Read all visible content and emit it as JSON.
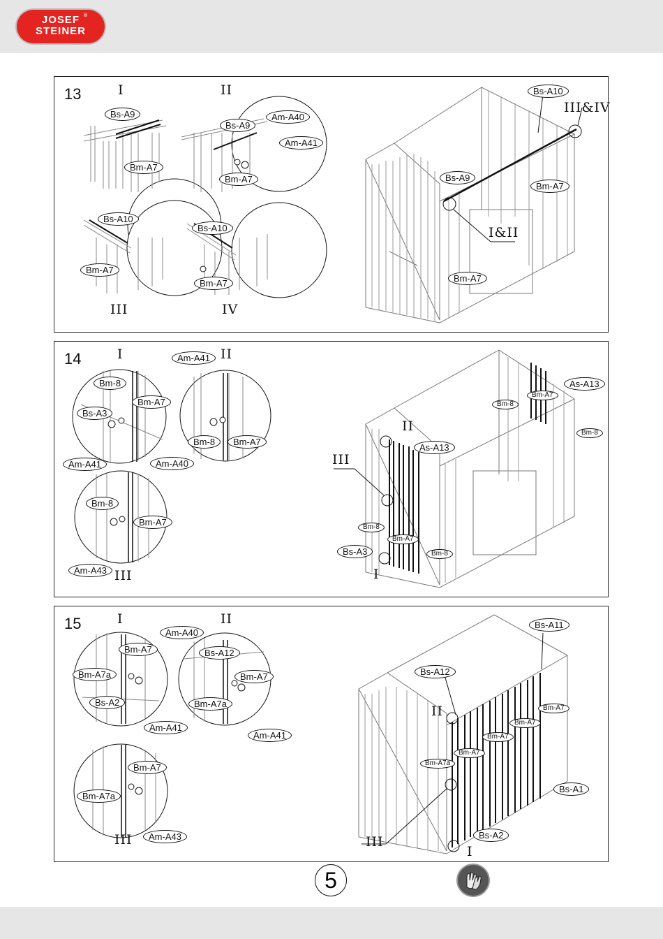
{
  "brand": {
    "line1": "JOSEF",
    "line2": "STEINER",
    "mark": "®"
  },
  "steps": [
    {
      "number": "13",
      "labels": {
        "r1": "I",
        "r2": "II",
        "r3": "III",
        "r4": "IV",
        "r5": "III&IV",
        "r6": "I&II"
      },
      "tags": {
        "t1": "Bs-A9",
        "t2": "Bm-A7",
        "t3": "Bs-A9",
        "t4": "Am-A40",
        "t5": "Am-A41",
        "t6": "Bm-A7",
        "t7": "Bs-A10",
        "t8": "Bm-A7",
        "t9": "Bs-A10",
        "t10": "Bm-A7",
        "t11": "Bs-A10",
        "t12": "Bs-A9",
        "t13": "Bm-A7",
        "t14": "Bm-A7"
      }
    },
    {
      "number": "14",
      "labels": {
        "r1": "I",
        "r2": "II",
        "r3": "III",
        "r4": "II",
        "r5": "III",
        "r6": "I"
      },
      "tags": {
        "t1": "Bm-8",
        "t2": "Bm-A7",
        "t3": "Bs-A3",
        "t4": "Am-A41",
        "t5": "Am-A40",
        "t6": "Am-A41",
        "t7": "Bm-8",
        "t8": "Bm-A7",
        "t9": "Bm-8",
        "t10": "Bm-A7",
        "t11": "Am-A43",
        "t12": "As-A13",
        "t13": "Bm-8",
        "t14": "Bm-A7",
        "t15": "Bm-8",
        "t16": "As-A13",
        "t17": "Bm-8",
        "t18": "Bm-A7",
        "t19": "Bs-A3",
        "t20": "Bm-8"
      }
    },
    {
      "number": "15",
      "labels": {
        "r1": "I",
        "r2": "II",
        "r3": "III",
        "r4": "II",
        "r5": "III",
        "r6": "I"
      },
      "tags": {
        "t1": "Am-A40",
        "t2": "Bm-A7",
        "t3": "Bm-A7a",
        "t4": "Bs-A2",
        "t5": "Am-A41",
        "t6": "Bs-A12",
        "t7": "Bm-A7",
        "t8": "Bm-A7a",
        "t9": "Am-A41",
        "t10": "Bm-A7",
        "t11": "Bm-A7a",
        "t12": "Am-A43",
        "t13": "Bs-A11",
        "t14": "Bs-A12",
        "t15": "Bm-A7",
        "t16": "Bm-A7",
        "t17": "Bm-A7",
        "t18": "Bm-A7",
        "t19": "Bm-A7a",
        "t20": "Bs-A1",
        "t21": "Bs-A2"
      }
    }
  ],
  "page": {
    "number": "5"
  },
  "icons": {
    "gloves": "gloves-icon"
  }
}
